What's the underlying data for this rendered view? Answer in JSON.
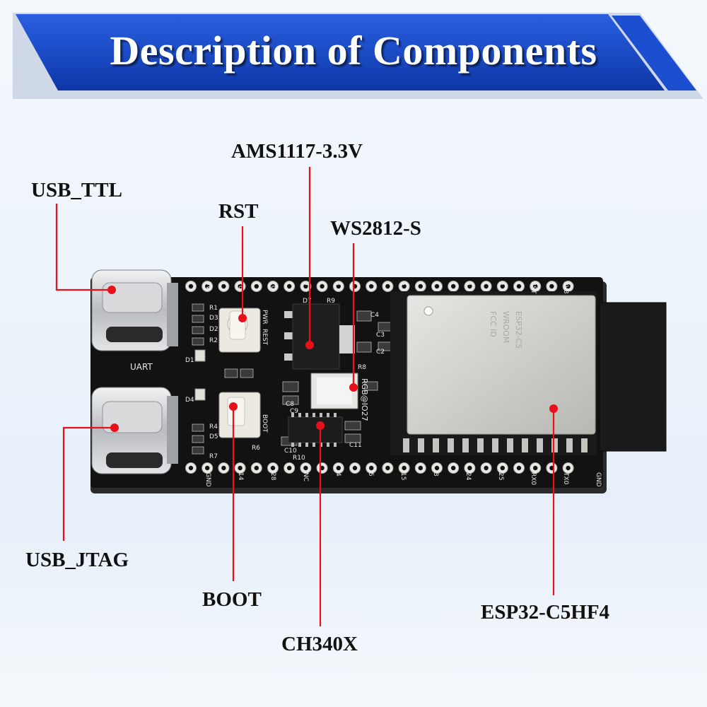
{
  "title": "Description of Components",
  "labels": {
    "usb_ttl": "USB_TTL",
    "rst": "RST",
    "ams1117": "AMS1117-3.3V",
    "ws2812": "WS2812-S",
    "usb_jtag": "USB_JTAG",
    "boot": "BOOT",
    "ch340x": "CH340X",
    "esp32": "ESP32-C5HF4"
  },
  "silkscreen": {
    "uart": "UART",
    "boot": "BOOT",
    "rgb": "RGB@IO27",
    "pwr": "PWR",
    "rest": "REST",
    "top_pins": [
      "5V",
      "26",
      "10",
      "9",
      "8",
      "7",
      "6",
      "1",
      "0",
      "2",
      "RST",
      "3V3"
    ],
    "bottom_pins": [
      "GND",
      "14",
      "28",
      "NC",
      "4",
      "5",
      "15",
      "3",
      "24",
      "25",
      "RX0",
      "TX0",
      "GND"
    ],
    "refs": [
      "R1",
      "D3",
      "D2",
      "R2",
      "D1",
      "D4",
      "R4",
      "D5",
      "R6",
      "R7",
      "D7",
      "R9",
      "C4",
      "C8",
      "C9",
      "C10",
      "C11",
      "R8",
      "R10",
      "C3",
      "C2"
    ]
  },
  "colors": {
    "banner": "#1446c8",
    "pointer": "#e8101a",
    "board": "#111111"
  }
}
